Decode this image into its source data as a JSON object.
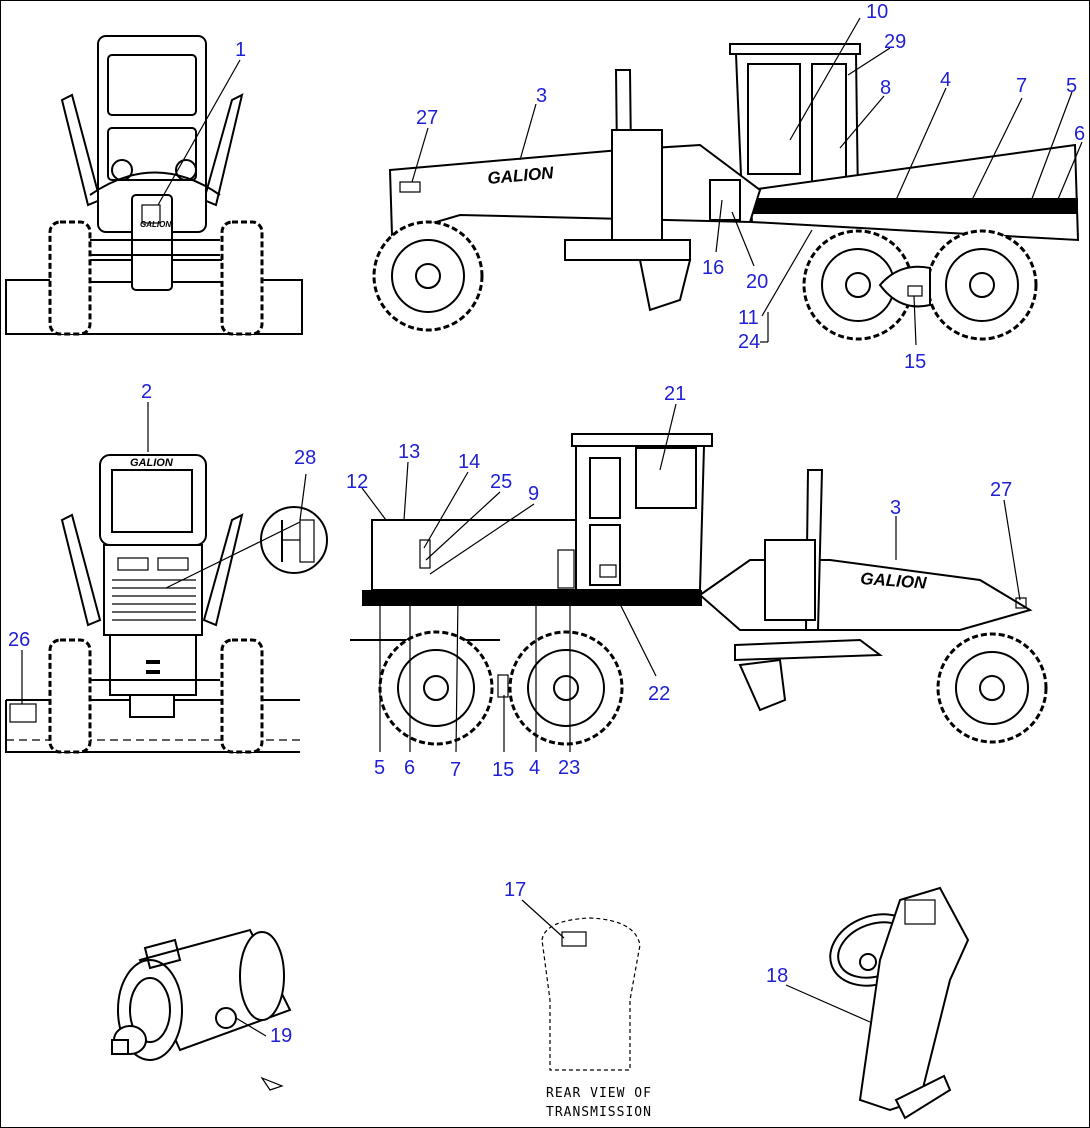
{
  "callouts": {
    "c1": "1",
    "c2": "2",
    "c3a": "3",
    "c3b": "3",
    "c4a": "4",
    "c4b": "4",
    "c5a": "5",
    "c5b": "5",
    "c6a": "6",
    "c6b": "6",
    "c7a": "7",
    "c7b": "7",
    "c8": "8",
    "c9": "9",
    "c10": "10",
    "c11": "11",
    "c12": "12",
    "c13": "13",
    "c14": "14",
    "c15a": "15",
    "c15b": "15",
    "c16": "16",
    "c17": "17",
    "c18": "18",
    "c19": "19",
    "c20": "20",
    "c21": "21",
    "c22": "22",
    "c23": "23",
    "c24": "24",
    "c25": "25",
    "c26": "26",
    "c27a": "27",
    "c27b": "27",
    "c28": "28",
    "c29": "29"
  },
  "brand": {
    "front_view": "GALION",
    "rear_view": "GALION",
    "side_view_right": "GALION",
    "side_view_left": "GALION"
  },
  "caption": {
    "line1": "REAR VIEW OF",
    "line2": "TRANSMISSION"
  },
  "colors": {
    "callout": "#1f1fd6",
    "line": "#000000",
    "background": "#ffffff"
  }
}
